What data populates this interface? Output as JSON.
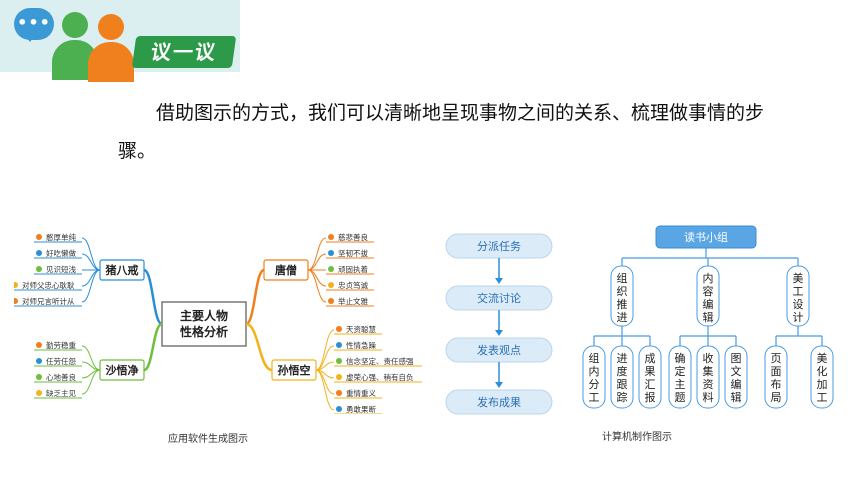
{
  "banner": {
    "tag_label": "议一议",
    "bubble_dots": "•••"
  },
  "intro_text": "借助图示的方式，我们可以清晰地呈现事物之间的关系、梳理做事情的步骤。",
  "mindmap": {
    "center": [
      "主要人物",
      "性格分析"
    ],
    "branches": [
      {
        "name": "猪八戒",
        "items": [
          "憨厚单纯",
          "好吃懒做",
          "见识短浅",
          "对师父忠心耿耿",
          "对师兄言听计从"
        ]
      },
      {
        "name": "唐僧",
        "items": [
          "慈悲善良",
          "坚韧不拔",
          "顽固执着",
          "忠贞笃诚",
          "举止文雅"
        ]
      },
      {
        "name": "沙悟净",
        "items": [
          "勤劳稳重",
          "任劳任怨",
          "心地善良",
          "缺乏主见"
        ]
      },
      {
        "name": "孙悟空",
        "items": [
          "天资聪慧",
          "性情急躁",
          "信念坚定、责任感强",
          "虚荣心强、稍有自负",
          "重情重义",
          "勇敢果断"
        ]
      }
    ],
    "caption": "应用软件生成图示"
  },
  "flowchart": {
    "steps": [
      "分派任务",
      "交流讨论",
      "发表观点",
      "发布成果"
    ]
  },
  "org_chart": {
    "root": "读书小组",
    "groups": [
      {
        "name": "组织推进",
        "children": [
          "组内分工",
          "进度跟踪",
          "成果汇报"
        ]
      },
      {
        "name": "内容编辑",
        "children": [
          "确定主题",
          "收集资料",
          "图文编辑"
        ]
      },
      {
        "name": "美工设计",
        "children": [
          "页面布局",
          "美化加工"
        ]
      }
    ],
    "caption": "计算机制作图示"
  },
  "colors": {
    "accent_blue": "#2b8fd6",
    "green": "#2c9a49",
    "orange": "#f07f1d",
    "flow_box": "#dcebf8",
    "flow_text": "#2a6fb5"
  }
}
